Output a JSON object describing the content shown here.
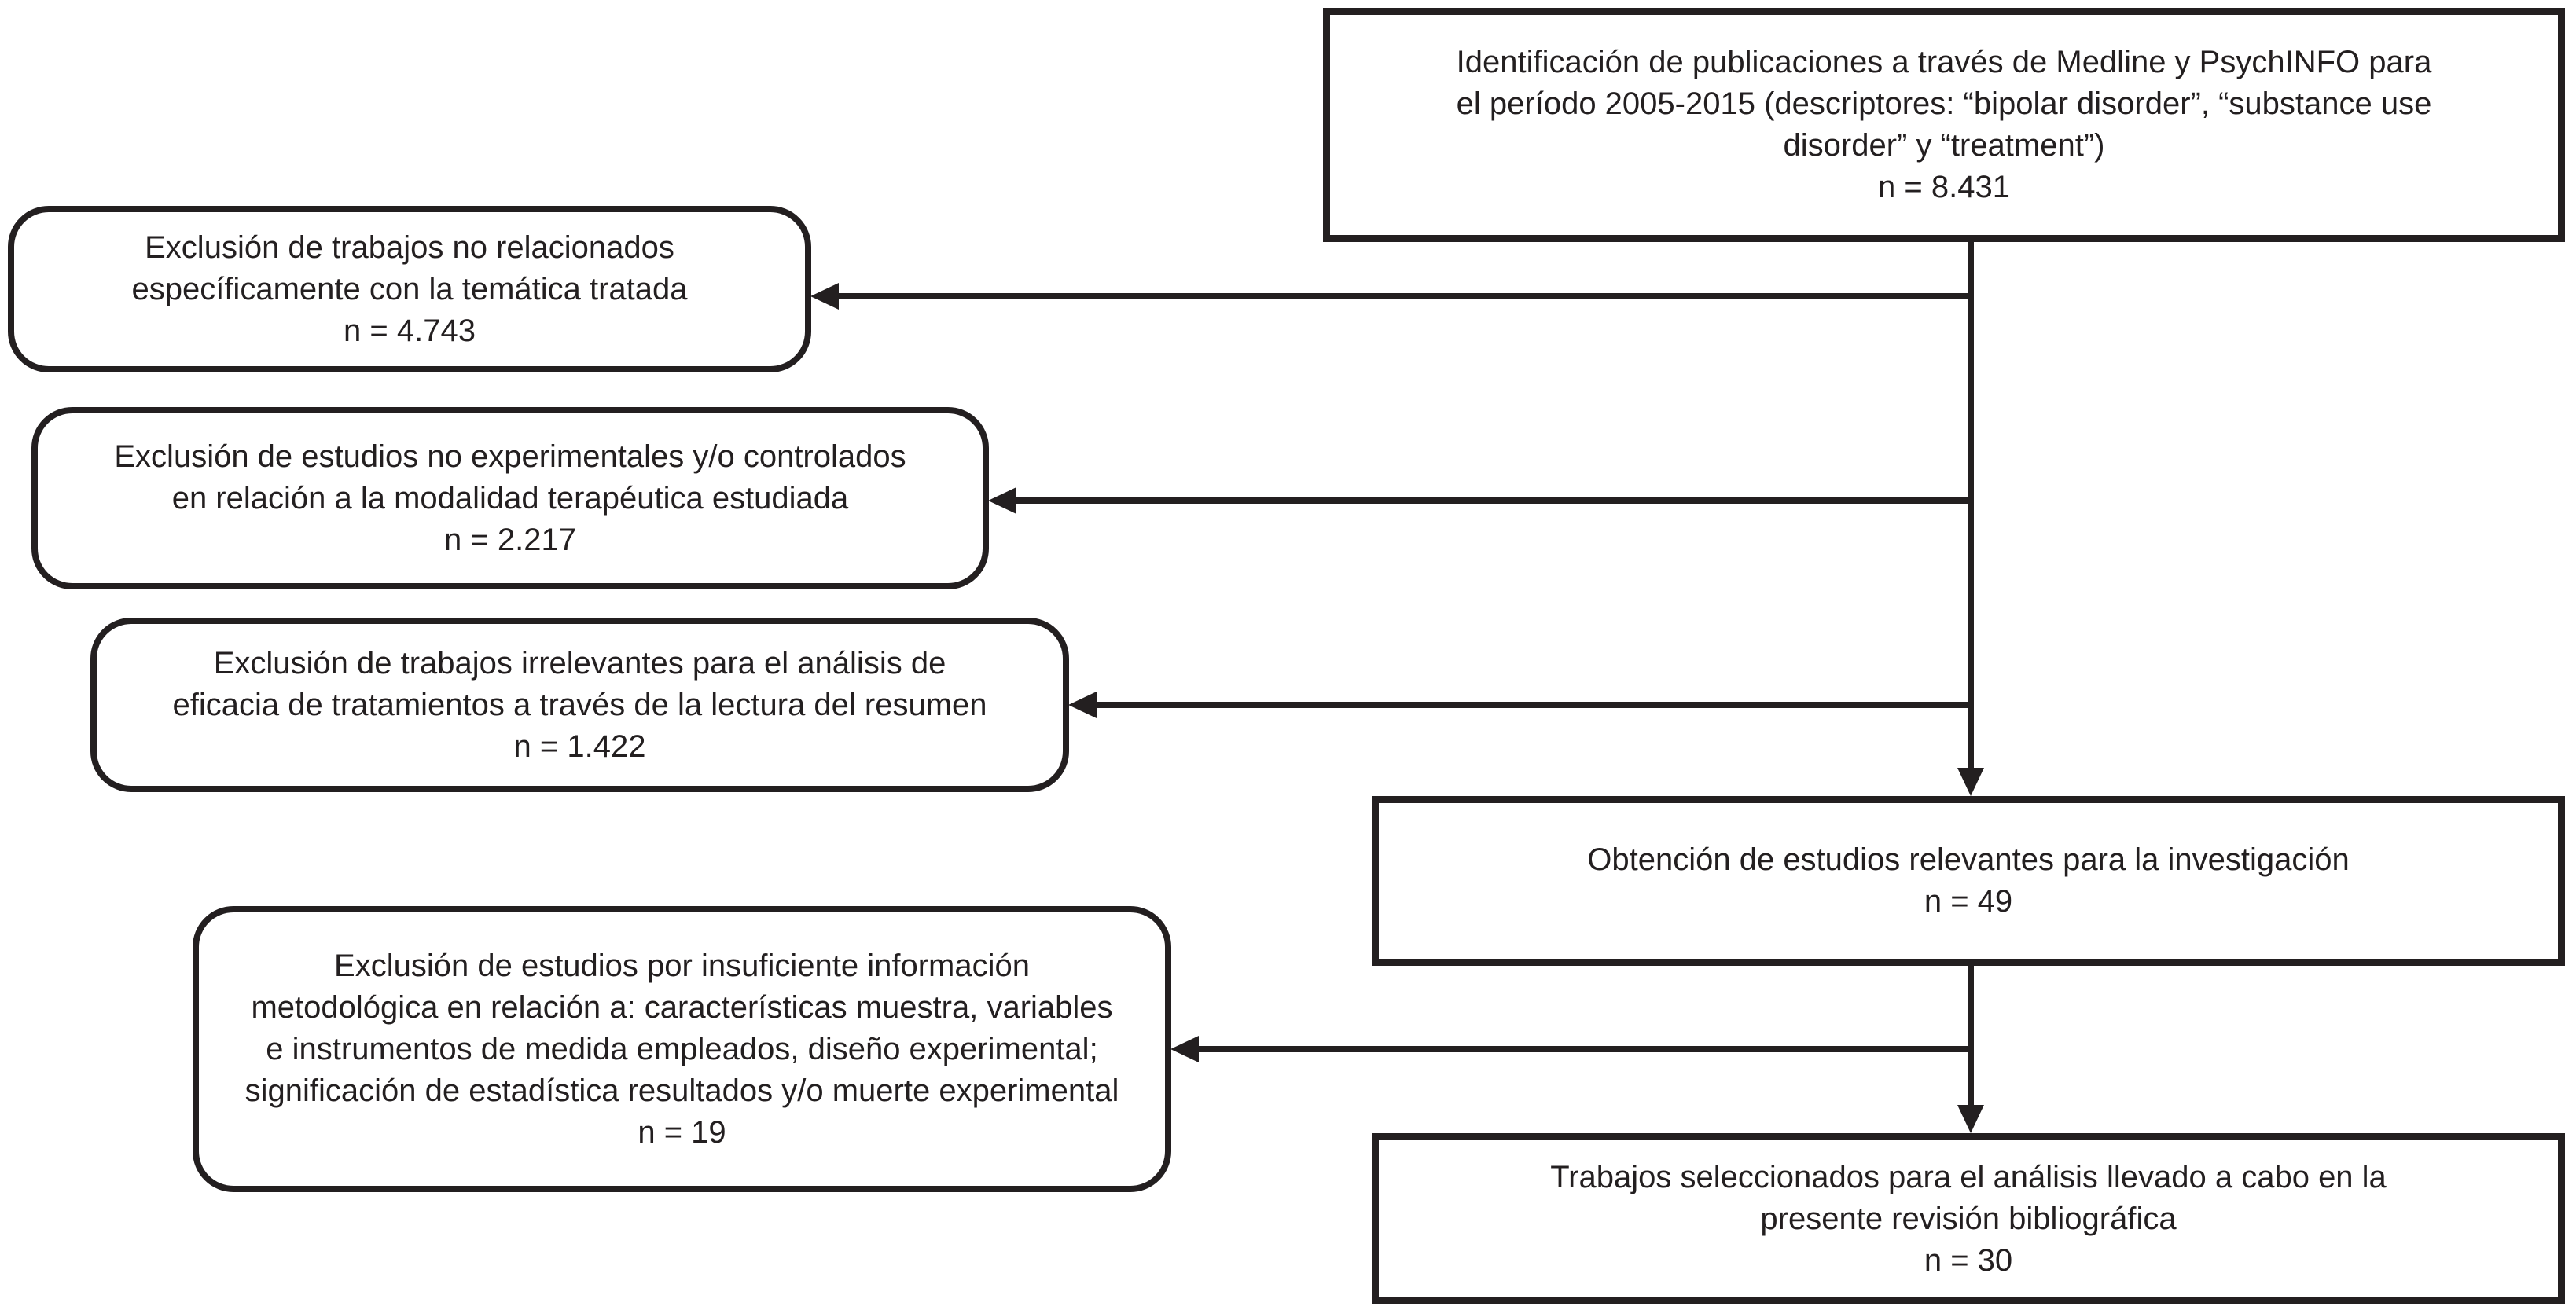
{
  "figure": {
    "type": "flow-diagram",
    "language": "es",
    "background_color": "#ffffff",
    "line_color": "#231f20",
    "nodes": {
      "identification": {
        "shape": "rect",
        "text": "Identificación de publicaciones a través de Medline y PsychINFO para\nel período 2005-2015 (descriptores: “bipolar disorder”, “substance use\ndisorder” y “treatment”)",
        "n": "n = 8.431"
      },
      "exclusion1": {
        "shape": "rounded",
        "text": "Exclusión de trabajos no relacionados\nespecíficamente con la temática tratada",
        "n": "n = 4.743"
      },
      "exclusion2": {
        "shape": "rounded",
        "text": "Exclusión de estudios no experimentales y/o controlados\nen relación a la modalidad terapéutica estudiada",
        "n": "n = 2.217"
      },
      "exclusion3": {
        "shape": "rounded",
        "text": "Exclusión de trabajos irrelevantes para el análisis de\neficacia de tratamientos a través de la lectura del resumen",
        "n": "n = 1.422"
      },
      "exclusion4": {
        "shape": "rounded",
        "text": "Exclusión de estudios por insuficiente información\nmetodológica en relación a: características muestra, variables\ne instrumentos de medida empleados, diseño experimental;\nsignificación de estadística resultados y/o muerte experimental",
        "n": "n = 19"
      },
      "relevant": {
        "shape": "rect",
        "text": "Obtención de estudios relevantes para la investigación",
        "n": "n = 49"
      },
      "selected": {
        "shape": "rect",
        "text": "Trabajos seleccionados para el análisis llevado a cabo en la\npresente revisión bibliográfica",
        "n": "n = 30"
      }
    }
  }
}
